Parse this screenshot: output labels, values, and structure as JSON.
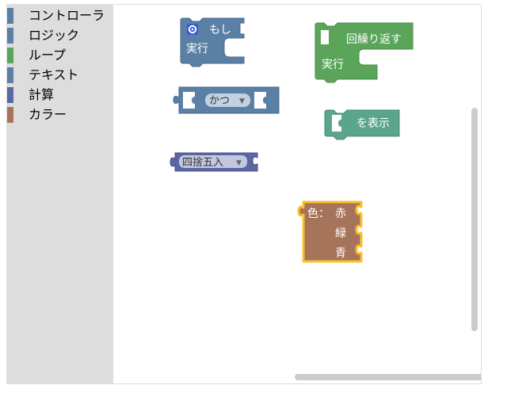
{
  "toolbox": {
    "categories": [
      {
        "label": "コントローラ",
        "color": "#5b80a5"
      },
      {
        "label": "ロジック",
        "color": "#5b80a5"
      },
      {
        "label": "ループ",
        "color": "#5ba55b"
      },
      {
        "label": "テキスト",
        "color": "#5b80a5"
      },
      {
        "label": "計算",
        "color": "#5b67a5"
      },
      {
        "label": "カラー",
        "color": "#a5745b"
      }
    ]
  },
  "blocks": {
    "if_block": {
      "label": "もし",
      "do_label": "実行",
      "icon": "gear-icon",
      "color": "#5b80a5"
    },
    "repeat_block": {
      "label": "回繰り返す",
      "do_label": "実行",
      "color": "#5ba55b"
    },
    "logic_op_block": {
      "operator": "かつ",
      "color": "#5b80a5"
    },
    "print_block": {
      "label": "を表示",
      "color": "#5ba58c"
    },
    "round_block": {
      "operator": "四捨五入",
      "color": "#5b67a5"
    },
    "color_block": {
      "label": "色：",
      "red": "赤",
      "green": "緑",
      "blue": "青",
      "color": "#a5745b",
      "highlight": "#fbc02d"
    }
  },
  "trash": {
    "icon": "trash-can-icon"
  }
}
